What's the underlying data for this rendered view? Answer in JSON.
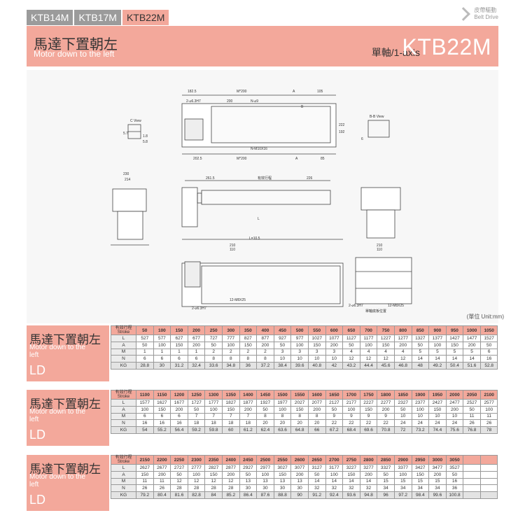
{
  "tabs": [
    "KTB14M",
    "KTB17M",
    "KTB22M"
  ],
  "belt": {
    "zh": "皮帶驅動",
    "en": "Belt Drive"
  },
  "header": {
    "zh": "馬達下置朝左",
    "en": "Motor down to the left",
    "axis": "單軸/1-axis",
    "model": "KTB22M"
  },
  "unit_label": "(單位 Unit:mm)",
  "drawing_labels": [
    "182.5",
    "M*200",
    "A",
    "105",
    "2-⌀6.3H7",
    "200",
    "N-⌀9",
    "B",
    "C View",
    "5.7",
    "1.8",
    "5.8",
    "B-B View",
    "222",
    "6",
    "192",
    "N-M10X16",
    "202.5",
    "M*200",
    "A",
    "85",
    "230",
    "214",
    "261.5",
    "有效行程",
    "226",
    "L",
    "L=10.5",
    "210",
    "110",
    "2-⌀6.3H7",
    "12-M8X25",
    "單軸底板位置"
  ],
  "tables": [
    {
      "title_zh": "馬達下置朝左",
      "title_en": "Motor down to the left",
      "code": "LD",
      "stroke_label": "有效行程 Stroke",
      "strokes": [
        "50",
        "100",
        "150",
        "200",
        "250",
        "300",
        "350",
        "400",
        "450",
        "500",
        "550",
        "600",
        "650",
        "700",
        "750",
        "800",
        "850",
        "900",
        "950",
        "1000",
        "1050"
      ],
      "rows": [
        {
          "label": "L",
          "values": [
            "527",
            "577",
            "627",
            "677",
            "727",
            "777",
            "827",
            "877",
            "927",
            "977",
            "1027",
            "1077",
            "1127",
            "1177",
            "1227",
            "1277",
            "1327",
            "1377",
            "1427",
            "1477",
            "1527"
          ]
        },
        {
          "label": "A",
          "values": [
            "50",
            "100",
            "150",
            "200",
            "50",
            "100",
            "150",
            "200",
            "50",
            "100",
            "150",
            "200",
            "50",
            "100",
            "150",
            "200",
            "50",
            "100",
            "150",
            "200",
            "50"
          ]
        },
        {
          "label": "M",
          "values": [
            "1",
            "1",
            "1",
            "1",
            "2",
            "2",
            "2",
            "2",
            "3",
            "3",
            "3",
            "3",
            "4",
            "4",
            "4",
            "4",
            "5",
            "5",
            "5",
            "5",
            "6"
          ]
        },
        {
          "label": "N",
          "values": [
            "6",
            "6",
            "6",
            "6",
            "8",
            "8",
            "8",
            "8",
            "10",
            "10",
            "10",
            "10",
            "12",
            "12",
            "12",
            "12",
            "14",
            "14",
            "14",
            "14",
            "16"
          ]
        },
        {
          "label": "KG",
          "values": [
            "28.8",
            "30",
            "31.2",
            "32.4",
            "33.6",
            "34.8",
            "36",
            "37.2",
            "38.4",
            "39.6",
            "40.8",
            "42",
            "43.2",
            "44.4",
            "45.6",
            "46.8",
            "48",
            "49.2",
            "50.4",
            "51.6",
            "52.8"
          ]
        }
      ]
    },
    {
      "title_zh": "馬達下置朝左",
      "title_en": "Motor down to the left",
      "code": "LD",
      "stroke_label": "有效行程 Stroke",
      "strokes": [
        "1100",
        "1150",
        "1200",
        "1250",
        "1300",
        "1350",
        "1400",
        "1450",
        "1500",
        "1550",
        "1600",
        "1650",
        "1700",
        "1750",
        "1800",
        "1850",
        "1900",
        "1950",
        "2000",
        "2050",
        "2100"
      ],
      "rows": [
        {
          "label": "L",
          "values": [
            "1577",
            "1627",
            "1677",
            "1727",
            "1777",
            "1827",
            "1877",
            "1927",
            "1977",
            "2027",
            "2077",
            "2127",
            "2177",
            "2227",
            "2277",
            "2327",
            "2377",
            "2427",
            "2477",
            "2527",
            "2577"
          ]
        },
        {
          "label": "A",
          "values": [
            "100",
            "150",
            "200",
            "50",
            "100",
            "150",
            "200",
            "50",
            "100",
            "150",
            "200",
            "50",
            "100",
            "150",
            "200",
            "50",
            "100",
            "150",
            "200",
            "50",
            "100"
          ]
        },
        {
          "label": "M",
          "values": [
            "6",
            "6",
            "6",
            "7",
            "7",
            "7",
            "7",
            "8",
            "8",
            "8",
            "8",
            "9",
            "9",
            "9",
            "9",
            "10",
            "10",
            "10",
            "10",
            "11",
            "11"
          ]
        },
        {
          "label": "N",
          "values": [
            "16",
            "16",
            "16",
            "18",
            "18",
            "18",
            "18",
            "20",
            "20",
            "20",
            "20",
            "22",
            "22",
            "22",
            "22",
            "24",
            "24",
            "24",
            "24",
            "26",
            "26"
          ]
        },
        {
          "label": "KG",
          "values": [
            "54",
            "55.2",
            "56.4",
            "59.2",
            "59.8",
            "60",
            "61.2",
            "62.4",
            "63.6",
            "64.8",
            "66",
            "67.2",
            "68.4",
            "69.6",
            "70.8",
            "72",
            "73.2",
            "74.4",
            "75.6",
            "76.8",
            "78"
          ]
        }
      ]
    },
    {
      "title_zh": "馬達下置朝左",
      "title_en": "Motor down to the left",
      "code": "LD",
      "stroke_label": "有效行程 Stroke",
      "strokes": [
        "2150",
        "2200",
        "2250",
        "2300",
        "2350",
        "2400",
        "2450",
        "2500",
        "2550",
        "2600",
        "2650",
        "2700",
        "2750",
        "2800",
        "2850",
        "2900",
        "2950",
        "3000",
        "3050",
        "",
        ""
      ],
      "rows": [
        {
          "label": "L",
          "values": [
            "2627",
            "2677",
            "2727",
            "2777",
            "2827",
            "2877",
            "2927",
            "2977",
            "3027",
            "3077",
            "3127",
            "3177",
            "3227",
            "3277",
            "3327",
            "3377",
            "3427",
            "3477",
            "3527",
            "",
            ""
          ]
        },
        {
          "label": "A",
          "values": [
            "150",
            "200",
            "50",
            "100",
            "150",
            "200",
            "50",
            "100",
            "150",
            "200",
            "50",
            "100",
            "150",
            "200",
            "50",
            "100",
            "150",
            "200",
            "50",
            "",
            ""
          ]
        },
        {
          "label": "M",
          "values": [
            "11",
            "11",
            "12",
            "12",
            "12",
            "12",
            "13",
            "13",
            "13",
            "13",
            "14",
            "14",
            "14",
            "14",
            "15",
            "15",
            "15",
            "15",
            "16",
            "",
            ""
          ]
        },
        {
          "label": "N",
          "values": [
            "26",
            "26",
            "28",
            "28",
            "28",
            "28",
            "30",
            "30",
            "30",
            "30",
            "32",
            "32",
            "32",
            "32",
            "34",
            "34",
            "34",
            "34",
            "36",
            "",
            ""
          ]
        },
        {
          "label": "KG",
          "values": [
            "79.2",
            "80.4",
            "81.6",
            "82.8",
            "84",
            "85.2",
            "86.4",
            "87.6",
            "88.8",
            "90",
            "91.2",
            "92.4",
            "93.6",
            "94.8",
            "96",
            "97.2",
            "98.4",
            "99.6",
            "100.8",
            "",
            ""
          ]
        }
      ]
    }
  ]
}
